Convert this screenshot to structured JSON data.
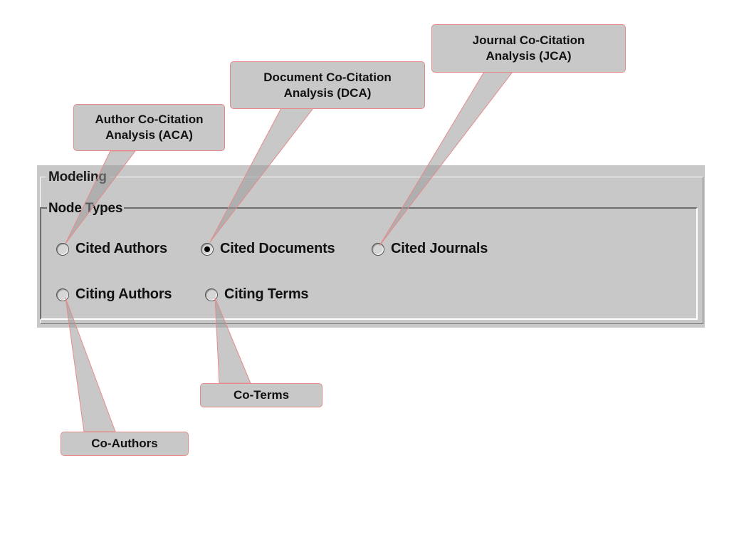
{
  "panel": {
    "title": "Modeling",
    "group_title": "Node Types",
    "options": [
      {
        "label": "Cited Authors",
        "checked": false
      },
      {
        "label": "Cited Documents",
        "checked": true
      },
      {
        "label": "Cited Journals",
        "checked": false
      },
      {
        "label": "Citing Authors",
        "checked": false
      },
      {
        "label": "Citing Terms",
        "checked": false
      }
    ]
  },
  "callouts": {
    "aca": "Author Co-Citation\nAnalysis (ACA)",
    "dca": "Document Co-Citation\nAnalysis (DCA)",
    "jca": "Journal Co-Citation\nAnalysis (JCA)",
    "co_terms": "Co-Terms",
    "co_authors": "Co-Authors"
  },
  "colors": {
    "panel_bg": "#c8c8c8",
    "callout_border": "#e88a8a"
  }
}
